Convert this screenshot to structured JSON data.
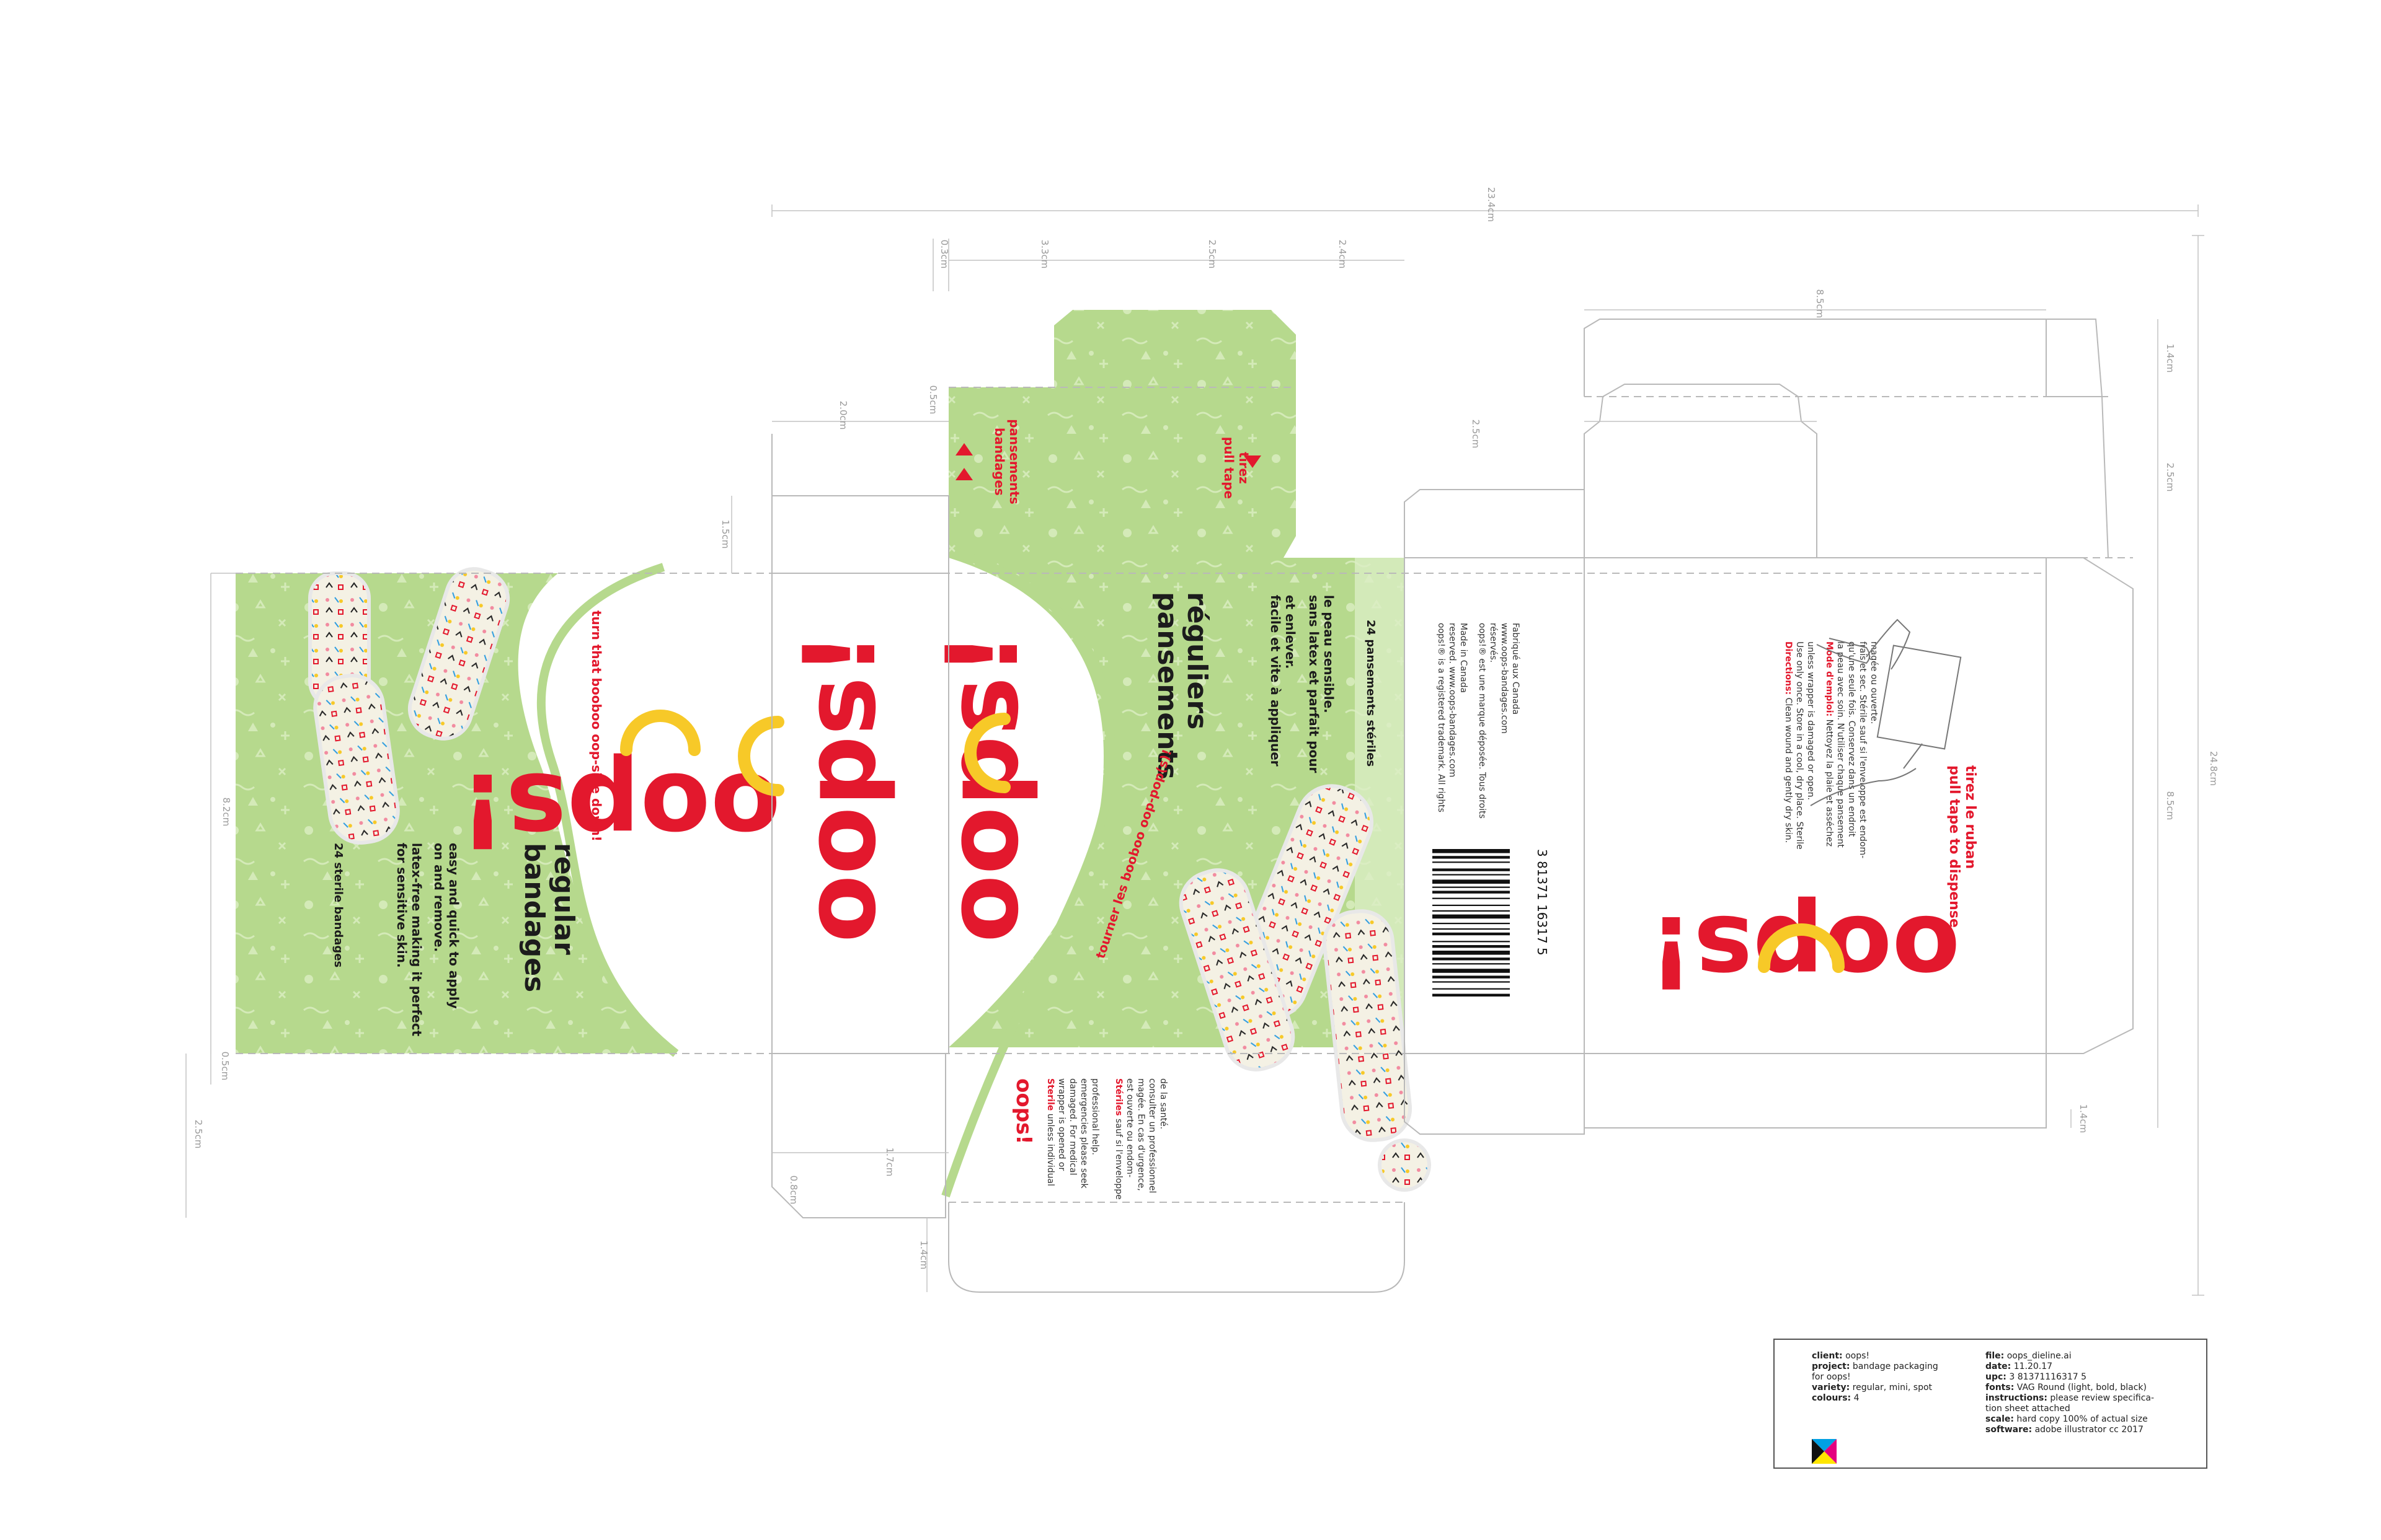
{
  "colors": {
    "green": "#b6d98d",
    "green_dark": "#a6cc78",
    "red": "#e3182d",
    "yellow": "#f7c928",
    "dieline": "#b9b9b9",
    "dim": "#a3a3a3"
  },
  "brand": {
    "logo": "oops!",
    "logo_small": "oops!"
  },
  "left_panel": {
    "tagline": "turn that booboo oop-side down!",
    "title_1": "regular",
    "title_2": "bandages",
    "feature_1a": "easy and quick to apply",
    "feature_1b": "on and remove.",
    "feature_2a": "latex-free making it perfect",
    "feature_2b": "for sensitive skin.",
    "count": "24 sterile bandages"
  },
  "front_panel": {
    "title_1": "pansements",
    "title_2": "réguliers",
    "line_1": "facile et vite à appliquer",
    "line_2": "et enlever.",
    "line_3": "sans latex et parfait pour",
    "line_4": "le peau sensible.",
    "count": "24 pansements stériles",
    "tagline": "tourner les booboo oop-pop(s)!"
  },
  "tuck_flap": {
    "label_1": "bandages",
    "label_2": "pansements",
    "pull_1": "pull tape",
    "pull_2": "tirez"
  },
  "side_panel": {
    "legal_1": "oops!® is a registered trademark. All rights",
    "legal_2": "reserved. www.oops-bandages.com",
    "legal_3": "Made in Canada",
    "legal_4": "oops!® est une marque déposée. Tous droits",
    "legal_5": "réservés.",
    "legal_6": "www.oops-bandages.com",
    "legal_7": "Fabriqué aux Canada",
    "barcode_digits": "3  81371  16317  5"
  },
  "bottom_panel": {
    "sterile_head": "Sterile",
    "sterile_1": " unless individual",
    "sterile_2": "wrapper is opened or",
    "sterile_3": "damaged. For medical",
    "sterile_4": "emergencies please seek",
    "sterile_5": "professional help.",
    "steriles_head": "Stériles",
    "steriles_1": " sauf si l'enveloppe",
    "steriles_2": "est ouverte ou endom-",
    "steriles_3": "magée. En cas d'urgence,",
    "steriles_4": "consulter un professionnel",
    "steriles_5": "de la santé."
  },
  "back_panel": {
    "directions_head": "Directions:",
    "directions_1": " Clean wound and gently dry skin.",
    "directions_2": "Use only once. Store in a cool, dry place. Sterile",
    "directions_3": "unless wrapper is damaged or open.",
    "mode_head": "Mode d'emploi:",
    "mode_1": " Nettoyez la plaie et asséchez",
    "mode_2": "la peau avec soin. N'utiliser chaque pansement",
    "mode_3": "qu'une seule fois. Conservez dans un endroit",
    "mode_4": "frais et sec. Stérile sauf si l'enveloppe est endom-",
    "mode_5": "magée ou ouverte.",
    "pull_1": "pull tape to dispense",
    "pull_2": "tirez le ruban"
  },
  "dimensions": {
    "d_23_4": "23.4cm",
    "d_24_8": "24.8cm",
    "d_8_5_top": "8.5cm",
    "d_8_5_side": "8.5cm",
    "d_1_4_a": "1.4cm",
    "d_1_4_b": "1.4cm",
    "d_1_4_c": "1.4cm",
    "d_2_5_a": "2.5cm",
    "d_2_5_b": "2.5cm",
    "d_2_5_c": "2.5cm",
    "d_2_5_d": "2.5cm",
    "d_3_3": "3.3cm",
    "d_2_4": "2.4cm",
    "d_0_3": "0.3cm",
    "d_2_0": "2.0cm",
    "d_0_5_a": "0.5cm",
    "d_0_5_b": "0.5cm",
    "d_1_5": "1.5cm",
    "d_8_2": "8.2cm",
    "d_0_8": "0.8cm",
    "d_1_7": "1.7cm"
  },
  "info": {
    "client_k": "client:",
    "client_v": " oops!",
    "project_k": "project:",
    "project_v1": " bandage packaging",
    "project_v2": "for oops!",
    "variety_k": "variety:",
    "variety_v": " regular, mini, spot",
    "colours_k": "colours:",
    "colours_v": " 4",
    "file_k": "file:",
    "file_v": " oops_dieline.ai",
    "date_k": "date:",
    "date_v": " 11.20.17",
    "upc_k": "upc:",
    "upc_v": " 3 81371116317 5",
    "fonts_k": "fonts:",
    "fonts_v": " VAG Round (light, bold, black)",
    "instr_k": "instructions:",
    "instr_v1": " please review specifica-",
    "instr_v2": "tion sheet attached",
    "scale_k": "scale:",
    "scale_v": " hard copy 100% of actual size",
    "software_k": "software:",
    "software_v": " adobe illustrator cc 2017"
  }
}
